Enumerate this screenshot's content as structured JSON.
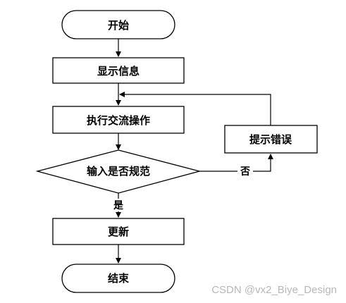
{
  "flowchart": {
    "start": "开始",
    "show_info": "显示信息",
    "execute_exchange": "执行交流操作",
    "decision_valid": "输入是否规范",
    "prompt_error": "提示错误",
    "update": "更新",
    "end": "结束",
    "edge_yes": "是",
    "edge_no": "否"
  },
  "watermark": "CSDN @vx2_Biye_Design"
}
